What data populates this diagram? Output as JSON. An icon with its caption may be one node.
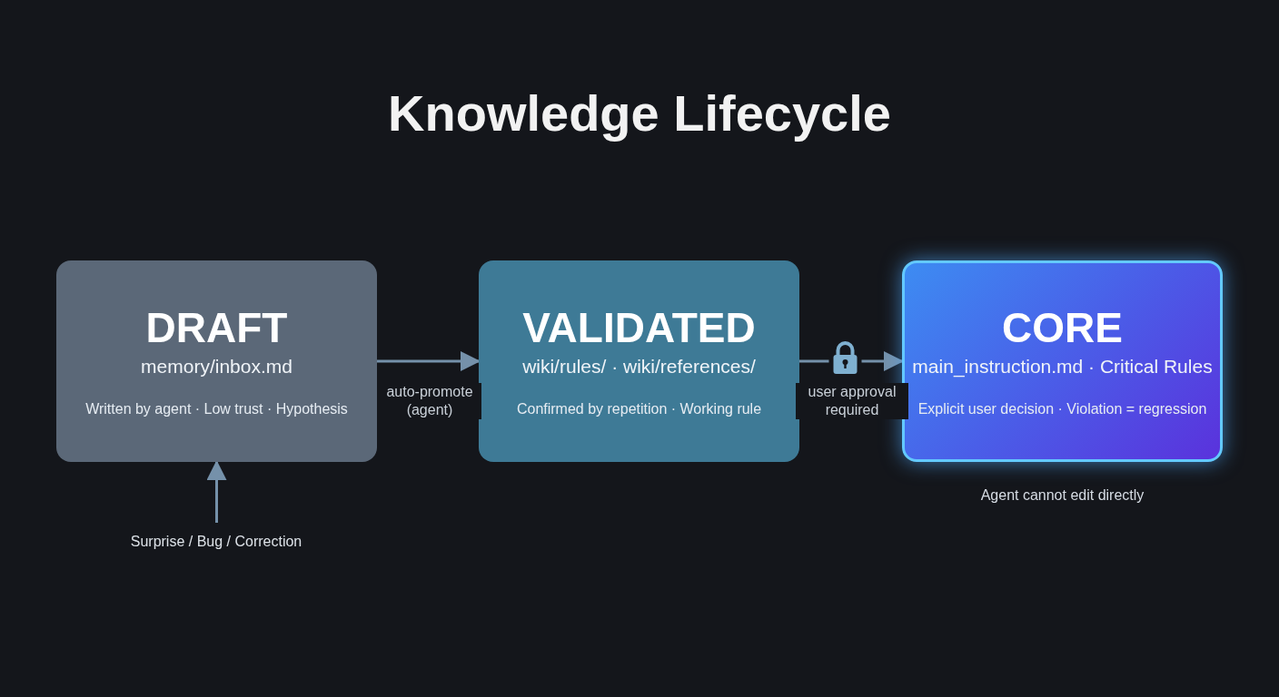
{
  "diagram": {
    "title": "Knowledge Lifecycle",
    "nodes": [
      {
        "text": [
          "DRAFT",
          "memory/inbox.md",
          "Written by agent · Low trust · Hypothesis"
        ]
      },
      {
        "text": [
          "VALIDATED",
          "wiki/rules/ · wiki/references/",
          "Confirmed by repetition · Working rule"
        ]
      },
      {
        "text": [
          "CORE",
          "main_instruction.md · Critical Rules",
          "Explicit user decision · Violation = regression"
        ],
        "beside": [
          "Agent cannot edit directly"
        ]
      },
      {
        "text": [
          "Surprise / Bug / Correction"
        ]
      }
    ],
    "edges": [
      {
        "from": 3,
        "to": 0,
        "arrow": "to"
      },
      {
        "from": 0,
        "to": 1,
        "arrow": "to",
        "label": "auto-promote (agent)"
      },
      {
        "from": 1,
        "to": 2,
        "arrow": "to",
        "label": "user approval required"
      }
    ]
  }
}
